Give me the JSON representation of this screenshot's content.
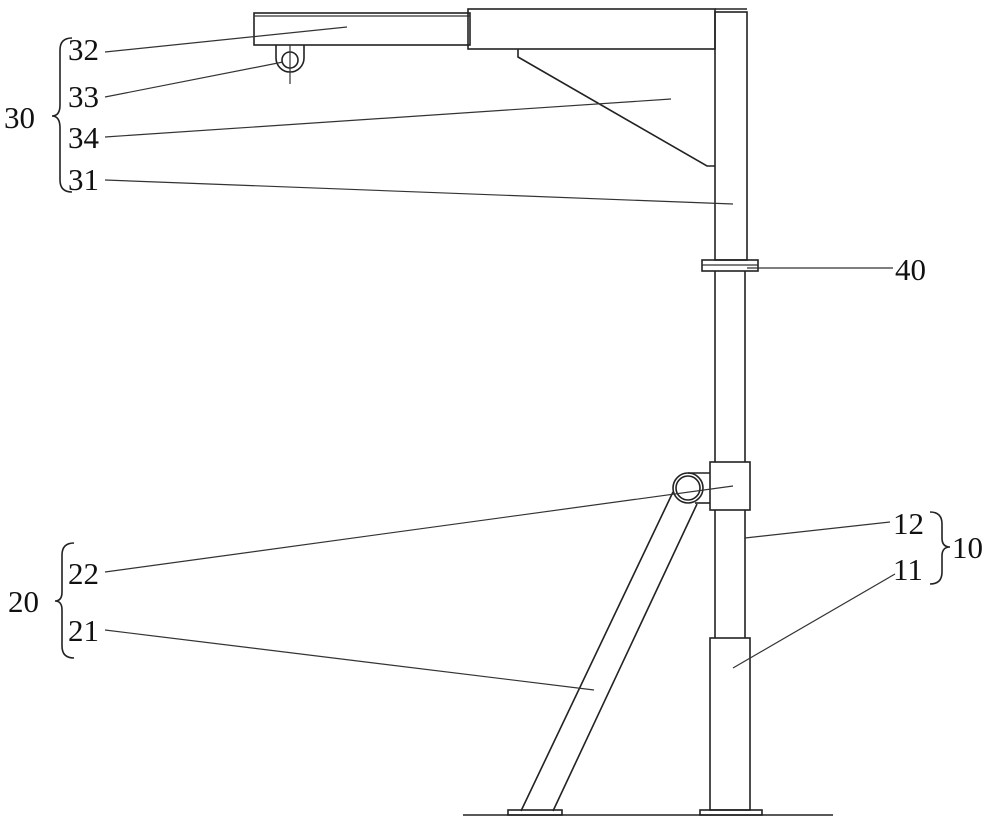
{
  "figure": {
    "labels": {
      "l32": "32",
      "l33": "33",
      "l34": "34",
      "l31": "31",
      "l30": "30",
      "l40": "40",
      "l12": "12",
      "l11": "11",
      "l10": "10",
      "l22": "22",
      "l21": "21",
      "l20": "20"
    }
  }
}
